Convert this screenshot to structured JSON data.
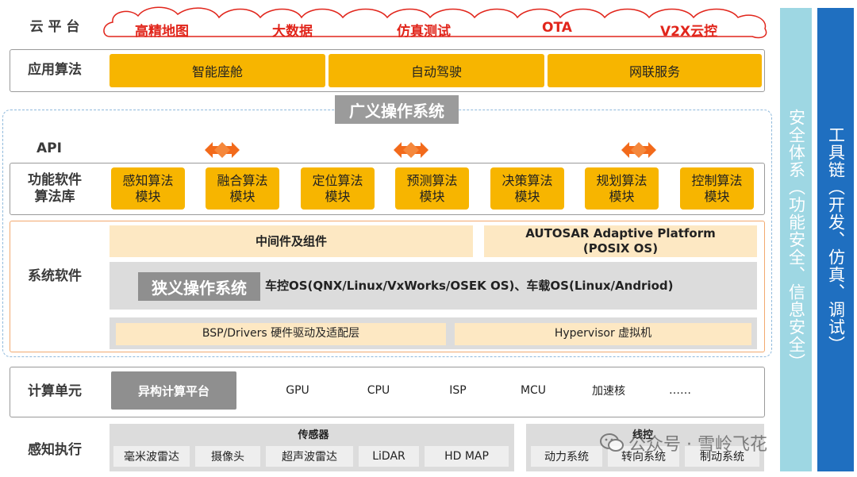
{
  "cloud": {
    "label": "云 平 台",
    "items": [
      "高精地图",
      "大数据",
      "仿真测试",
      "OTA",
      "V2X云控"
    ]
  },
  "application": {
    "label": "应用算法",
    "items": [
      "智能座舱",
      "自动驾驶",
      "网联服务"
    ]
  },
  "broad_os": {
    "label": "广义操作系统"
  },
  "api": {
    "label": "API"
  },
  "function_software": {
    "label": "功能软件\n算法库",
    "modules": [
      "感知算法\n模块",
      "融合算法\n模块",
      "定位算法\n模块",
      "预测算法\n模块",
      "决策算法\n模块",
      "规划算法\n模块",
      "控制算法\n模块"
    ]
  },
  "system_software": {
    "label": "系统软件",
    "middleware": "中间件及组件",
    "autosar": "AUTOSAR Adaptive Platform\n(POSIX OS)",
    "narrow_os_label": "狭义操作系统",
    "narrow_os_desc": "车控OS(QNX/Linux/VxWorks/OSEK OS)、车载OS(Linux/Andriod)",
    "bsp": "BSP/Drivers 硬件驱动及适配层",
    "hypervisor": "Hypervisor 虚拟机"
  },
  "compute": {
    "label": "计算单元",
    "platform": "异构计算平台",
    "items": [
      "GPU",
      "CPU",
      "ISP",
      "MCU",
      "加速核",
      "……"
    ]
  },
  "perception": {
    "label": "感知执行",
    "sensors_title": "传感器",
    "sensors": [
      "毫米波雷达",
      "摄像头",
      "超声波雷达",
      "LiDAR",
      "HD MAP"
    ],
    "wire_title": "线控",
    "wire": [
      "动力系统",
      "转向系统",
      "制动系统"
    ]
  },
  "side": {
    "safety": "安全体系（功能安全、信息安全）",
    "toolchain": "工具链（开发、仿真、调试）"
  },
  "watermark": "公众号 · 雪岭飞花",
  "colors": {
    "gold": "#f7b500",
    "cream": "#fde8c3",
    "cloud_red": "#e1251b",
    "safety_bar": "#9ed7e3",
    "toolchain_bar": "#1f6fc0"
  }
}
